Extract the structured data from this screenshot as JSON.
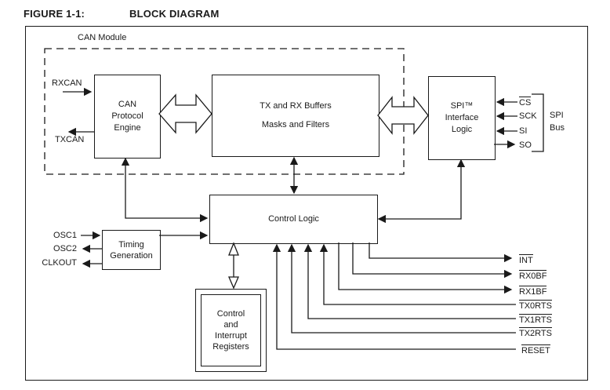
{
  "header": {
    "figure_label": "FIGURE 1-1:",
    "figure_title": "BLOCK DIAGRAM"
  },
  "colors": {
    "ink": "#1a1a1a",
    "background": "#ffffff"
  },
  "can_module": {
    "label": "CAN Module",
    "rxcan_pin": "RXCAN",
    "txcan_pin": "TXCAN",
    "protocol_engine_block": "CAN\nProtocol\nEngine",
    "buffers_line1": "TX and RX Buffers",
    "buffers_line2": "Masks and Filters"
  },
  "spi_interface": {
    "block": "SPI™\nInterface\nLogic",
    "bus_label": "SPI\nBus",
    "pins": [
      {
        "name": "CS",
        "overline": true,
        "direction": "input"
      },
      {
        "name": "SCK",
        "overline": false,
        "direction": "input"
      },
      {
        "name": "SI",
        "overline": false,
        "direction": "input"
      },
      {
        "name": "SO",
        "overline": false,
        "direction": "output"
      }
    ]
  },
  "control_logic": {
    "block": "Control Logic"
  },
  "timing_generation": {
    "block": "Timing\nGeneration",
    "pins": [
      {
        "name": "OSC1",
        "direction": "input"
      },
      {
        "name": "OSC2",
        "direction": "output"
      },
      {
        "name": "CLKOUT",
        "direction": "output"
      }
    ]
  },
  "registers": {
    "block": "Control\nand\nInterrupt\nRegisters"
  },
  "io_pins": [
    {
      "name": "INT",
      "overline": true,
      "direction": "output"
    },
    {
      "name": "RX0BF",
      "overline": true,
      "direction": "output"
    },
    {
      "name": "RX1BF",
      "overline": true,
      "direction": "output"
    },
    {
      "name": "TX0RTS",
      "overline": true,
      "direction": "input"
    },
    {
      "name": "TX1RTS",
      "overline": true,
      "direction": "input"
    },
    {
      "name": "TX2RTS",
      "overline": true,
      "direction": "input"
    },
    {
      "name": "RESET",
      "overline": true,
      "direction": "input"
    }
  ]
}
